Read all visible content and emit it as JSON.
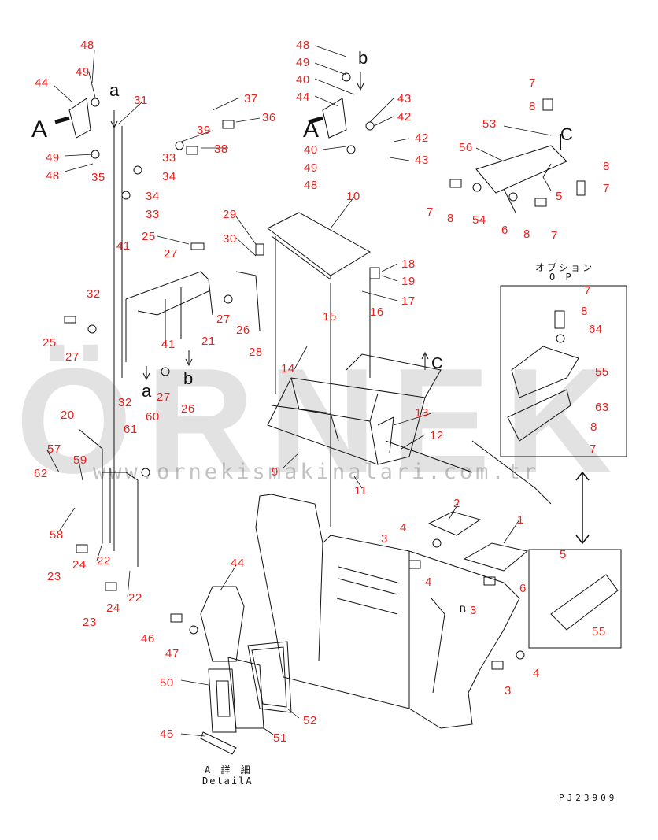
{
  "part_labels": [
    "48",
    "49",
    "44",
    "31",
    "49",
    "48",
    "35",
    "37",
    "36",
    "39",
    "38",
    "33",
    "34",
    "34",
    "33",
    "48",
    "49",
    "40",
    "44",
    "43",
    "42",
    "42",
    "40",
    "43",
    "49",
    "48",
    "10",
    "7",
    "8",
    "53",
    "56",
    "8",
    "5",
    "7",
    "7",
    "8",
    "54",
    "6",
    "8",
    "7",
    "29",
    "25",
    "27",
    "30",
    "41",
    "18",
    "19",
    "17",
    "32",
    "16",
    "15",
    "27",
    "26",
    "21",
    "28",
    "25",
    "27",
    "41",
    "14",
    "27",
    "26",
    "32",
    "13",
    "20",
    "61",
    "60",
    "12",
    "9",
    "57",
    "59",
    "62",
    "11",
    "2",
    "58",
    "1",
    "4",
    "3",
    "5",
    "23",
    "24",
    "22",
    "4",
    "6",
    "3",
    "44",
    "23",
    "24",
    "22",
    "55",
    "46",
    "47",
    "4",
    "3",
    "50",
    "52",
    "51",
    "45",
    "7",
    "8",
    "64",
    "55",
    "63",
    "8",
    "7"
  ],
  "letter_markers": [
    "a",
    "A",
    "b",
    "A",
    "C",
    "b",
    "C",
    "a",
    "B"
  ],
  "option_header": {
    "jp": "オプション",
    "en": "O P"
  },
  "detail_caption": {
    "jp": "A 詳 細",
    "en": "DetailA"
  },
  "drawing_number": "PJ23909",
  "watermark": {
    "brand": "ÖRNEK",
    "url": "www.ornekismakinalari.com.tr"
  }
}
